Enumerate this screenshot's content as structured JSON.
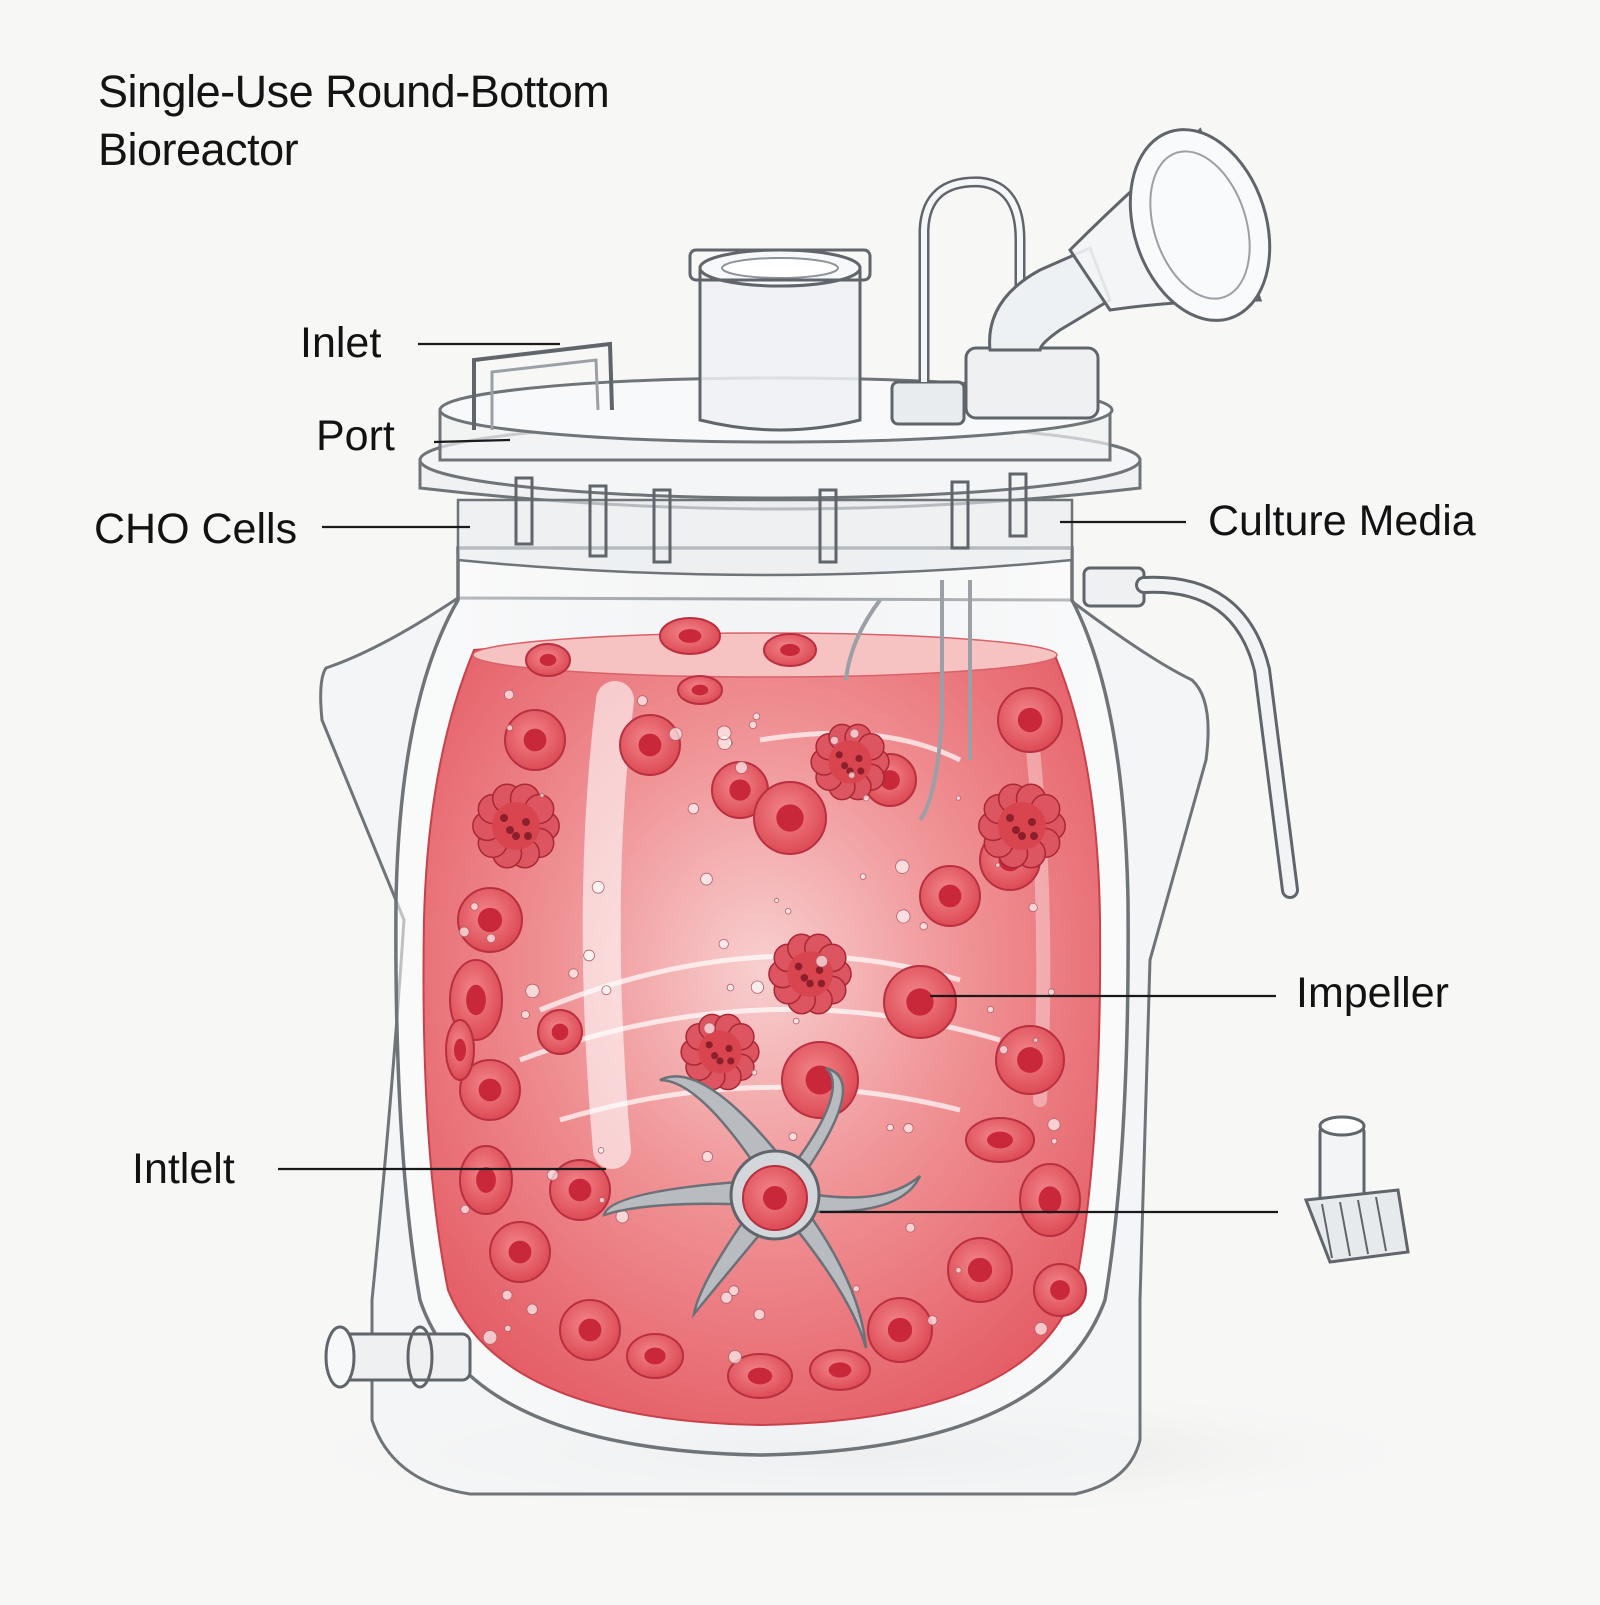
{
  "title": {
    "line1": "Single-Use Round-Bottom",
    "line2": "Bioreactor"
  },
  "labels": {
    "inlet": "Inlet",
    "port": "Port",
    "cho_cells": "CHO Cells",
    "culture_media": "Culture Media",
    "impeller": "Impeller",
    "intlelt": "Intlelt"
  },
  "colors": {
    "background": "#f7f7f6",
    "media": "#ea6a70",
    "media_light": "#f6b9b9",
    "cell_rim": "#e2525c",
    "cell_center": "#c8283a",
    "vessel_outline": "#6f7478",
    "plastic": "#e9ecef",
    "ink": "#121212"
  }
}
